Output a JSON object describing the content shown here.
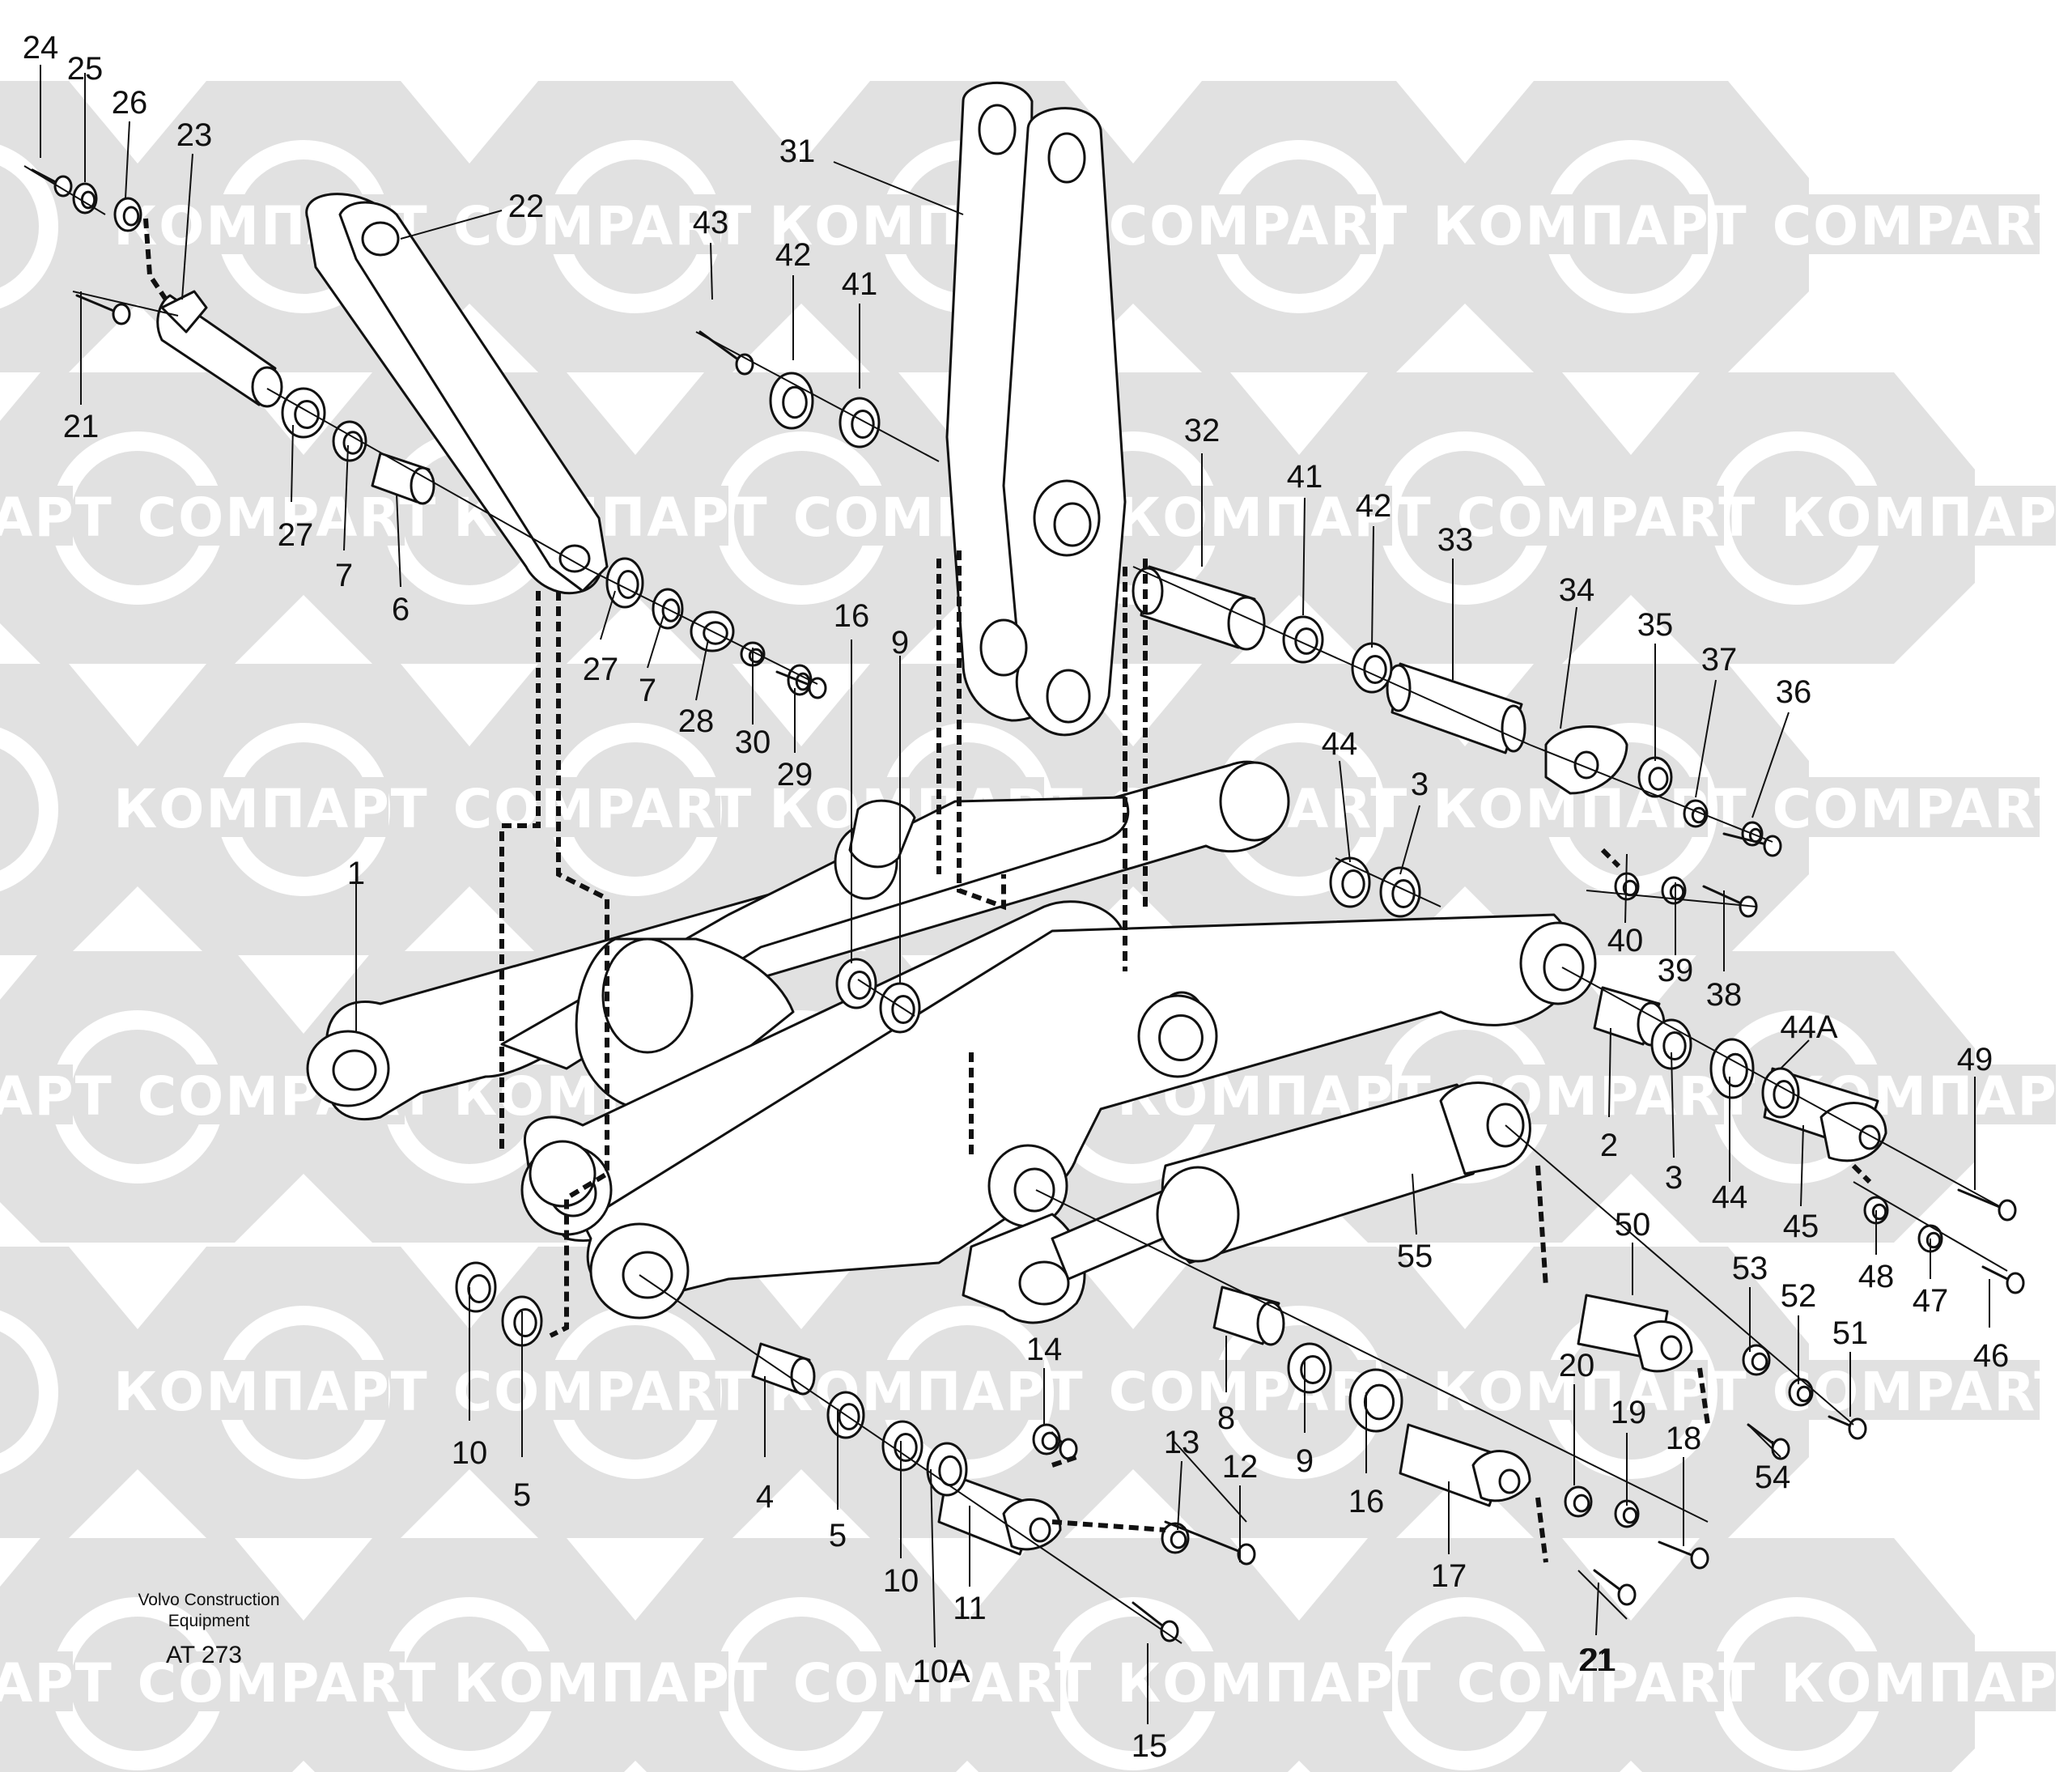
{
  "watermarks": {
    "text_latin": "COMPART",
    "text_cyrillic": "КОМПАРТ",
    "color": "#e1e1e1"
  },
  "caption": {
    "manufacturer_line1": "Volvo Construction",
    "manufacturer_line2": "Equipment",
    "figure_code": "AT 273"
  },
  "callouts": [
    "24",
    "25",
    "26",
    "23",
    "21",
    "22",
    "27",
    "7",
    "6",
    "31",
    "43",
    "42",
    "41",
    "32",
    "41",
    "42",
    "33",
    "34",
    "35",
    "37",
    "36",
    "16",
    "9",
    "27",
    "7",
    "28",
    "30",
    "29",
    "44",
    "3",
    "40",
    "39",
    "38",
    "1",
    "44A",
    "49",
    "2",
    "3",
    "44",
    "45",
    "48",
    "47",
    "46",
    "55",
    "50",
    "53",
    "52",
    "51",
    "54",
    "10",
    "5",
    "4",
    "14",
    "13",
    "12",
    "8",
    "9",
    "16",
    "17",
    "20",
    "19",
    "18",
    "21",
    "5",
    "10",
    "11",
    "10A",
    "15",
    "21"
  ]
}
